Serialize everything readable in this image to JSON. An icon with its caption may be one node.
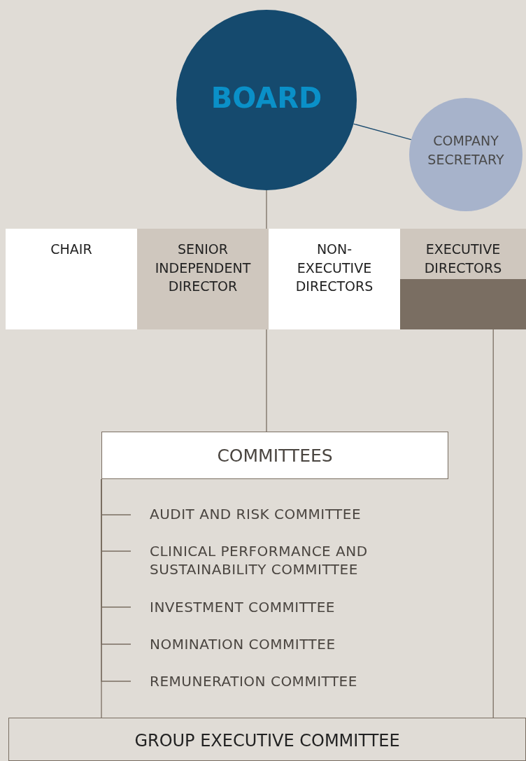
{
  "diagram": {
    "nodes": [
      {
        "text": [
          "BOARD"
        ]
      },
      {
        "text": [
          "COMPANY SECRETARY"
        ]
      },
      {
        "text": [
          "CHAIR"
        ]
      },
      {
        "text": [
          "SENIOR INDEPENDENT DIRECTOR"
        ]
      },
      {
        "text": [
          "NON-EXECUTIVE DIRECTORS"
        ]
      },
      {
        "text": [
          "EXECUTIVE DIRECTORS"
        ]
      },
      {
        "text": [
          "COMMITTEES"
        ]
      },
      {
        "text": [
          "AUDIT AND RISK COMMITTEE"
        ]
      },
      {
        "text": [
          "CLINICAL PERFORMANCE AND SUSTAINABILITY COMMITTEE"
        ]
      },
      {
        "text": [
          "INVESTMENT COMMITTEE"
        ]
      },
      {
        "text": [
          "NOMINATION COMMITTEE"
        ]
      },
      {
        "text": [
          "REMUNERATION COMMITTEE"
        ]
      },
      {
        "text": [
          "GROUP EXECUTIVE COMMITTEE"
        ]
      }
    ],
    "edges": [
      {
        "from": 0,
        "to": 1,
        "arrow": "none",
        "color": "#1a4a6e"
      },
      {
        "from": 0,
        "to": 6,
        "arrow": "none"
      },
      {
        "from": 6,
        "to": 7,
        "arrow": "none"
      },
      {
        "from": 6,
        "to": 8,
        "arrow": "none"
      },
      {
        "from": 6,
        "to": 9,
        "arrow": "none"
      },
      {
        "from": 6,
        "to": 10,
        "arrow": "none"
      },
      {
        "from": 6,
        "to": 11,
        "arrow": "none"
      },
      {
        "from": 6,
        "to": 12,
        "arrow": "none"
      },
      {
        "from": 5,
        "to": 12,
        "arrow": "none"
      }
    ]
  }
}
